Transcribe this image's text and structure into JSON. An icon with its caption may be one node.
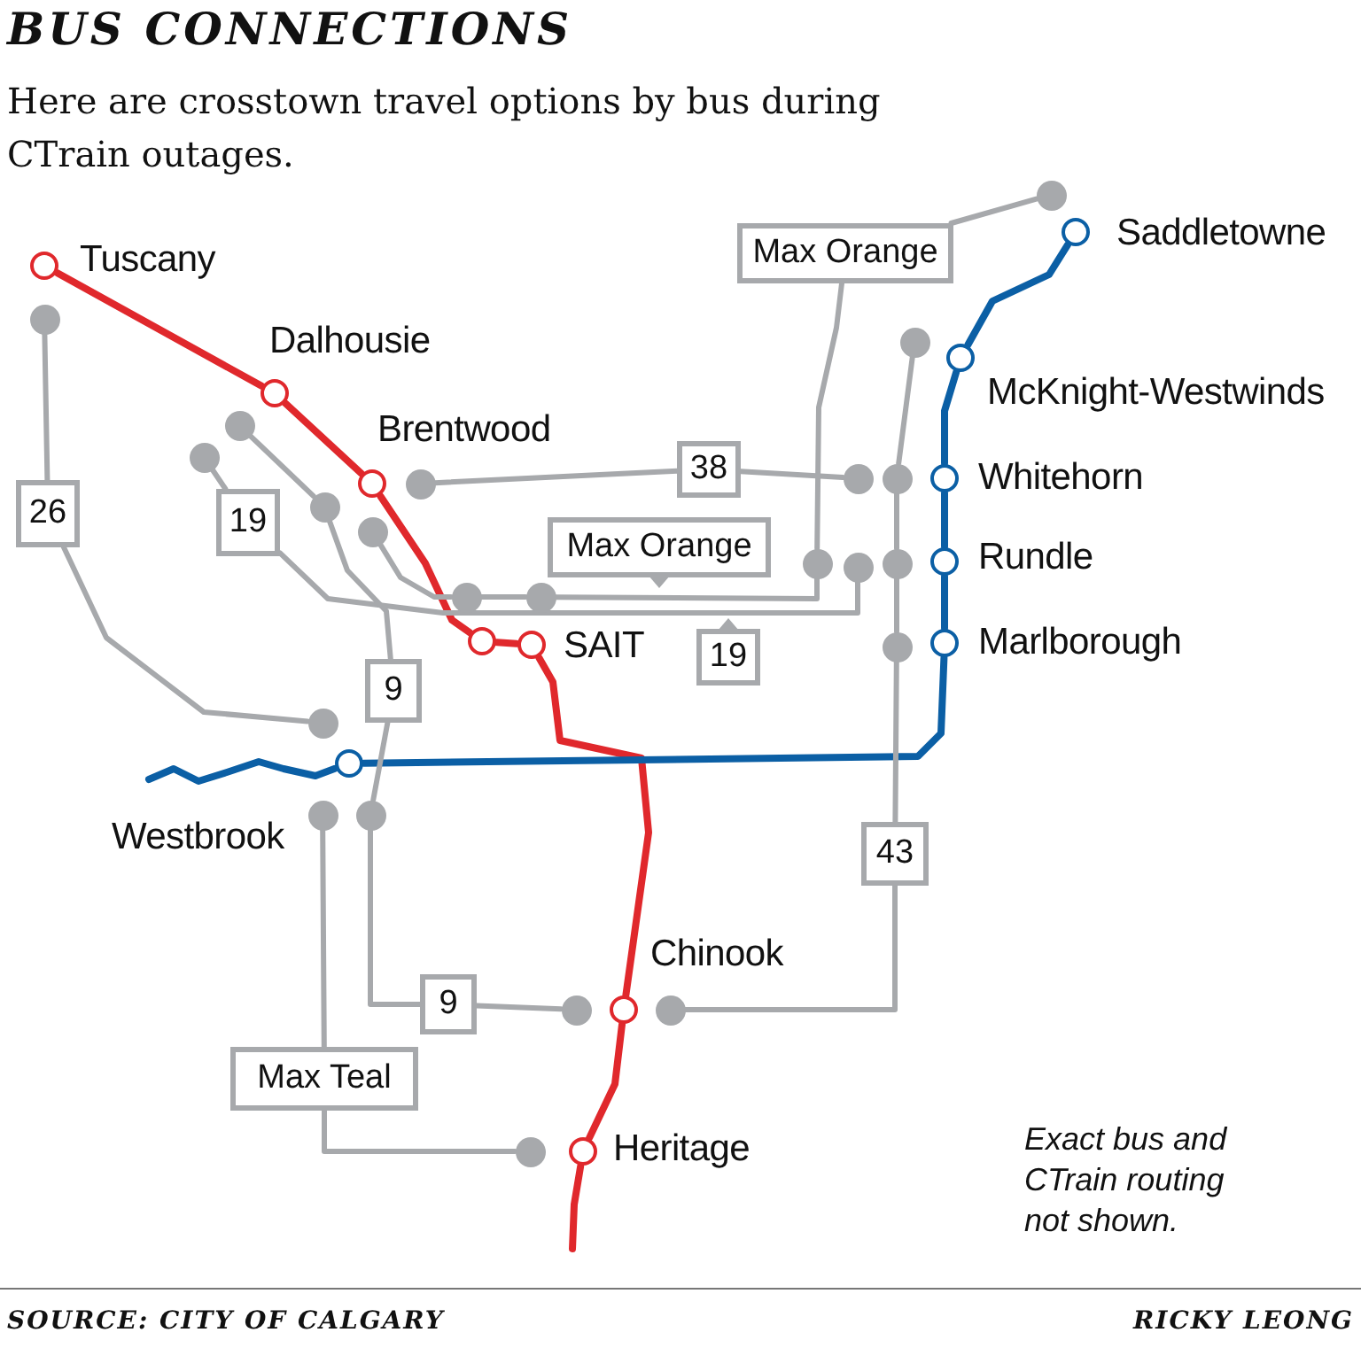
{
  "diagram": {
    "title": "BUS CONNECTIONS",
    "nodes": [
      {
        "text": [
          "Tuscany"
        ]
      },
      {
        "text": [
          "Dalhousie"
        ]
      },
      {
        "text": [
          "Brentwood"
        ]
      },
      {
        "text": [],
        "shape": "circle"
      },
      {
        "text": [
          "SAIT"
        ]
      },
      {
        "text": [
          "Chinook"
        ]
      },
      {
        "text": [
          "Heritage"
        ]
      },
      {
        "text": [
          "Westbrook"
        ]
      },
      {
        "text": [
          "Saddletowne"
        ]
      },
      {
        "text": [
          "McKnight-Westwinds"
        ]
      },
      {
        "text": [
          "Whitehorn"
        ]
      },
      {
        "text": [
          "Rundle"
        ]
      },
      {
        "text": [
          "Marlborough"
        ]
      },
      {
        "text": [],
        "shape": "circle"
      },
      {
        "text": [],
        "shape": "circle"
      },
      {
        "text": [],
        "shape": "circle"
      },
      {
        "text": [],
        "shape": "circle"
      },
      {
        "text": [],
        "shape": "circle"
      },
      {
        "text": [],
        "shape": "circle"
      },
      {
        "text": [],
        "shape": "circle"
      },
      {
        "text": [],
        "shape": "circle"
      },
      {
        "text": [],
        "shape": "circle"
      },
      {
        "text": [],
        "shape": "circle"
      },
      {
        "text": [],
        "shape": "circle"
      },
      {
        "text": [],
        "shape": "circle"
      },
      {
        "text": [],
        "shape": "circle"
      },
      {
        "text": [],
        "shape": "circle"
      },
      {
        "text": [],
        "shape": "circle"
      },
      {
        "text": [],
        "shape": "circle"
      },
      {
        "text": [],
        "shape": "circle"
      },
      {
        "text": [],
        "shape": "circle"
      },
      {
        "text": [],
        "shape": "circle"
      },
      {
        "text": [],
        "shape": "circle"
      },
      {
        "text": [],
        "shape": "circle"
      },
      {
        "text": [],
        "shape": "circle"
      },
      {
        "text": [
          "26"
        ]
      },
      {
        "text": [
          "19"
        ]
      },
      {
        "text": [
          "38"
        ]
      },
      {
        "text": [
          "Max Orange"
        ]
      },
      {
        "text": [
          "Max Orange"
        ]
      },
      {
        "text": [
          "19"
        ]
      },
      {
        "text": [
          "9"
        ]
      },
      {
        "text": [
          "43"
        ]
      },
      {
        "text": [
          "9"
        ]
      },
      {
        "text": [
          "Max Teal"
        ]
      }
    ],
    "edges": [
      {
        "from": 0,
        "to": 1,
        "arrow": "none",
        "color": "#e0282c"
      },
      {
        "from": 1,
        "to": 2,
        "arrow": "none",
        "color": "#e0282c"
      },
      {
        "from": 2,
        "to": 3,
        "arrow": "none",
        "color": "#e0282c"
      },
      {
        "from": 3,
        "to": 4,
        "arrow": "none",
        "color": "#e0282c"
      },
      {
        "from": 4,
        "to": 5,
        "arrow": "none",
        "color": "#e0282c"
      },
      {
        "from": 5,
        "to": 6,
        "arrow": "none",
        "color": "#e0282c"
      },
      {
        "from": 6,
        "to": null,
        "arrow": "none",
        "color": "#e0282c"
      },
      {
        "from": null,
        "to": 7,
        "arrow": "none",
        "color": "#0b5fa5"
      },
      {
        "from": 7,
        "to": 12,
        "arrow": "none",
        "color": "#0b5fa5"
      },
      {
        "from": 12,
        "to": 11,
        "arrow": "none",
        "color": "#0b5fa5"
      },
      {
        "from": 11,
        "to": 10,
        "arrow": "none",
        "color": "#0b5fa5"
      },
      {
        "from": 10,
        "to": 9,
        "arrow": "none",
        "color": "#0b5fa5"
      },
      {
        "from": 9,
        "to": 8,
        "arrow": "none",
        "color": "#0b5fa5"
      },
      {
        "from": 13,
        "to": 35,
        "arrow": "none"
      },
      {
        "from": 35,
        "to": 14,
        "arrow": "none"
      },
      {
        "from": 15,
        "to": 17,
        "arrow": "none"
      },
      {
        "from": 17,
        "to": 41,
        "arrow": "none"
      },
      {
        "from": 41,
        "to": 31,
        "arrow": "none"
      },
      {
        "from": 31,
        "to": 43,
        "arrow": "none"
      },
      {
        "from": 43,
        "to": 32,
        "arrow": "none"
      },
      {
        "from": 16,
        "to": 36,
        "arrow": "none"
      },
      {
        "from": 36,
        "to": 23,
        "arrow": "none"
      },
      {
        "from": 18,
        "to": 20,
        "arrow": "none"
      },
      {
        "from": 20,
        "to": 21,
        "arrow": "none"
      },
      {
        "from": 21,
        "to": 22,
        "arrow": "none"
      },
      {
        "from": 22,
        "to": 38,
        "arrow": "none"
      },
      {
        "from": 38,
        "to": 24,
        "arrow": "none"
      },
      {
        "from": 19,
        "to": 37,
        "arrow": "none"
      },
      {
        "from": 37,
        "to": 26,
        "arrow": "none"
      },
      {
        "from": 25,
        "to": 27,
        "arrow": "none"
      },
      {
        "from": 27,
        "to": 28,
        "arrow": "none"
      },
      {
        "from": 28,
        "to": 29,
        "arrow": "none"
      },
      {
        "from": 29,
        "to": 42,
        "arrow": "none"
      },
      {
        "from": 42,
        "to": 33,
        "arrow": "none"
      },
      {
        "from": 30,
        "to": 44,
        "arrow": "none"
      },
      {
        "from": 44,
        "to": 34,
        "arrow": "none"
      }
    ],
    "labels": [
      "Here are crosstown travel options by bus during CTrain outages.",
      "Exact bus and CTrain routing not shown.",
      "SOURCE: CITY OF CALGARY",
      "RICKY LEONG"
    ]
  }
}
